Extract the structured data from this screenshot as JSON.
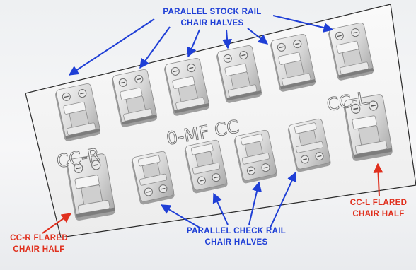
{
  "labels": {
    "stock_rail_line1": "PARALLEL STOCK RAIL",
    "stock_rail_line2": "CHAIR HALVES",
    "check_rail_line1": "PARALLEL CHECK RAIL",
    "check_rail_line2": "CHAIR HALVES",
    "ccr_line1": "CC-R FLARED",
    "ccr_line2": "CHAIR HALF",
    "ccl_line1": "CC-L FLARED",
    "ccl_line2": "CHAIR HALF"
  },
  "engravings": {
    "cc_r": "CC-R",
    "zero_mf_cc": "0-MF CC",
    "cc_l": "CC-L"
  },
  "colors": {
    "callout_blue": "#1f3fd6",
    "callout_red": "#e0301e",
    "plate": "#f3f3f3",
    "chair": "#d9d9d9"
  }
}
